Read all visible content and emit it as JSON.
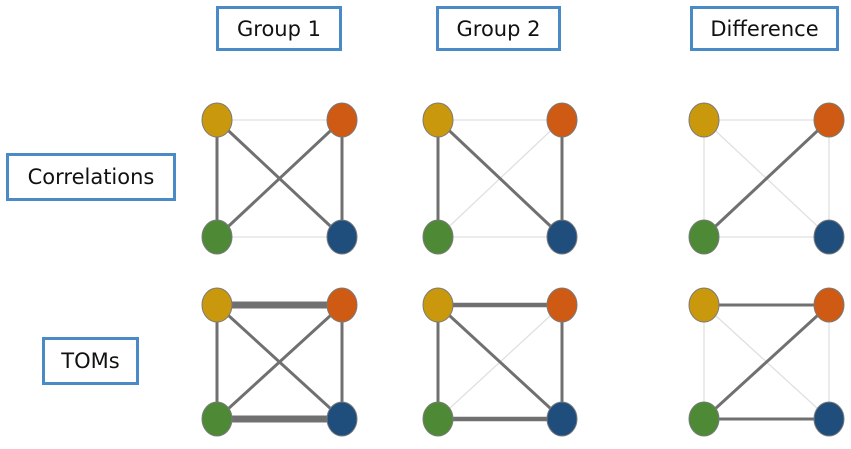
{
  "columns": [
    {
      "id": "group1",
      "label": "Group 1"
    },
    {
      "id": "group2",
      "label": "Group 2"
    },
    {
      "id": "difference",
      "label": "Difference"
    }
  ],
  "rows": [
    {
      "id": "correlations",
      "label": "Correlations"
    },
    {
      "id": "toms",
      "label": "TOMs"
    }
  ],
  "node_colors": {
    "top_left": "#c9980c",
    "top_right": "#cf5a14",
    "bottom_left": "#4e8a35",
    "bottom_right": "#1f4e7d"
  },
  "edge_colors": {
    "strong": "#707070",
    "faint": "#e0e0e0"
  },
  "box_border_color": "#4a8ac6",
  "panels": [
    {
      "row": "correlations",
      "column": "group1",
      "edges": {
        "top": "faint",
        "bottom": "faint",
        "left": "medium",
        "right": "medium",
        "diag_tl_br": "medium",
        "diag_tr_bl": "medium"
      }
    },
    {
      "row": "correlations",
      "column": "group2",
      "edges": {
        "top": "faint",
        "bottom": "faint",
        "left": "medium",
        "right": "medium",
        "diag_tl_br": "medium",
        "diag_tr_bl": "faint"
      }
    },
    {
      "row": "correlations",
      "column": "difference",
      "edges": {
        "top": "faint",
        "bottom": "faint",
        "left": "faint",
        "right": "faint",
        "diag_tl_br": "faint",
        "diag_tr_bl": "medium"
      }
    },
    {
      "row": "toms",
      "column": "group1",
      "edges": {
        "top": "heavy",
        "bottom": "heavy",
        "left": "medium",
        "right": "medium",
        "diag_tl_br": "medium",
        "diag_tr_bl": "medium"
      }
    },
    {
      "row": "toms",
      "column": "group2",
      "edges": {
        "top": "thick",
        "bottom": "thick",
        "left": "medium",
        "right": "medium",
        "diag_tl_br": "medium",
        "diag_tr_bl": "faint"
      }
    },
    {
      "row": "toms",
      "column": "difference",
      "edges": {
        "top": "medium",
        "bottom": "medium",
        "left": "faint",
        "right": "faint",
        "diag_tl_br": "faint",
        "diag_tr_bl": "medium"
      }
    }
  ]
}
